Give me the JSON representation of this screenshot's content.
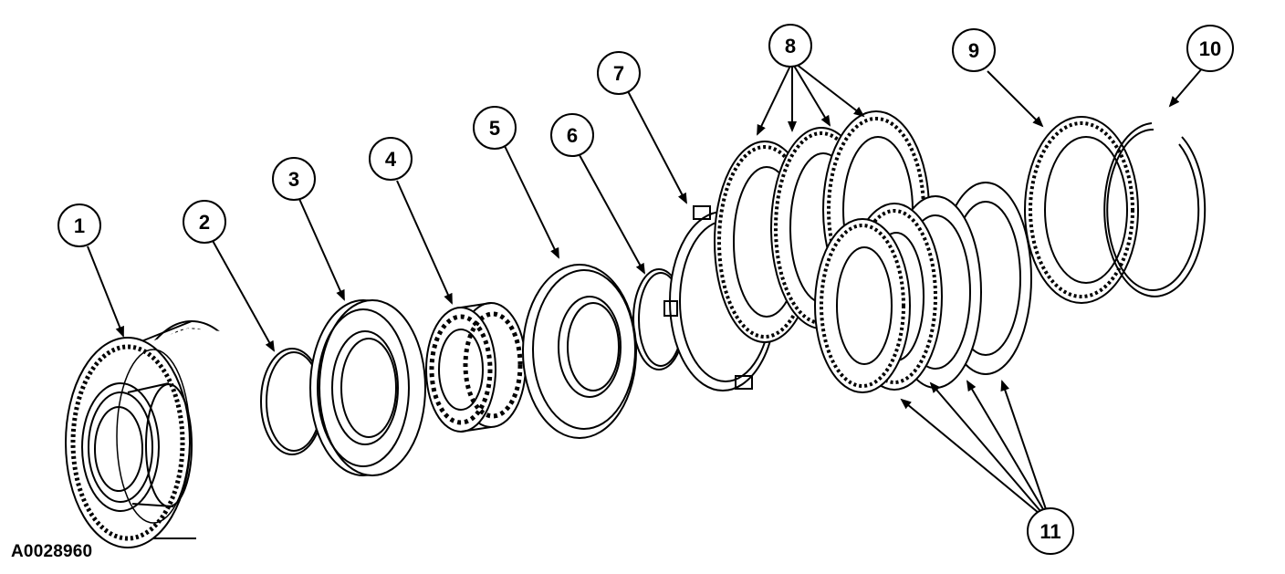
{
  "diagram": {
    "figure_id": "A0028960",
    "callouts": [
      {
        "id": "c1",
        "label": "1"
      },
      {
        "id": "c2",
        "label": "2"
      },
      {
        "id": "c3",
        "label": "3"
      },
      {
        "id": "c4",
        "label": "4"
      },
      {
        "id": "c5",
        "label": "5"
      },
      {
        "id": "c6",
        "label": "6"
      },
      {
        "id": "c7",
        "label": "7"
      },
      {
        "id": "c8",
        "label": "8"
      },
      {
        "id": "c9",
        "label": "9"
      },
      {
        "id": "c10",
        "label": "10"
      },
      {
        "id": "c11",
        "label": "11"
      }
    ]
  }
}
